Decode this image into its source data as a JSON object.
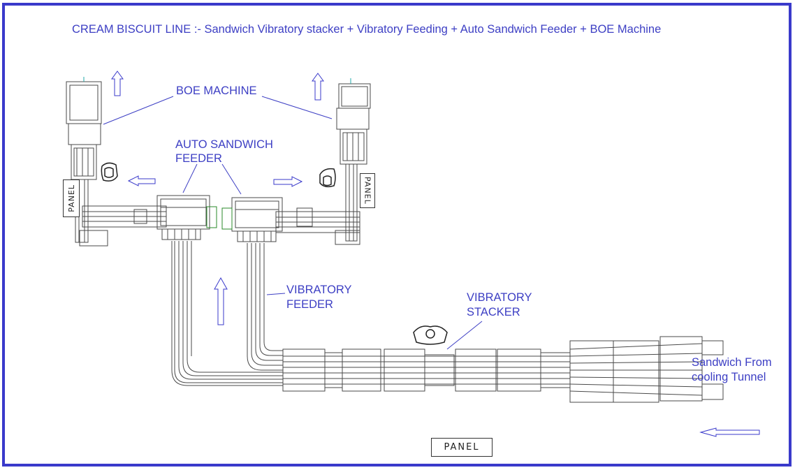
{
  "title": "CREAM BISCUIT LINE :- Sandwich Vibratory stacker + Vibratory Feeding + Auto Sandwich Feeder + BOE Machine",
  "labels": {
    "boe_machine": "BOE MACHINE",
    "auto_sandwich_feeder_line1": "AUTO SANDWICH",
    "auto_sandwich_feeder_line2": "FEEDER",
    "vibratory_feeder_line1": "VIBRATORY",
    "vibratory_feeder_line2": "FEEDER",
    "vibratory_stacker_line1": "VIBRATORY",
    "vibratory_stacker_line2": "STACKER",
    "sandwich_from_line1": "Sandwich From",
    "sandwich_from_line2": "cooling Tunnel"
  },
  "panels": {
    "left": "PANEL",
    "right": "PANEL",
    "bottom": "PANEL"
  },
  "colors": {
    "frame": "#3a3acb",
    "label": "#3d3fc4",
    "drawing": "#4a4a4a",
    "background": "#ffffff"
  }
}
